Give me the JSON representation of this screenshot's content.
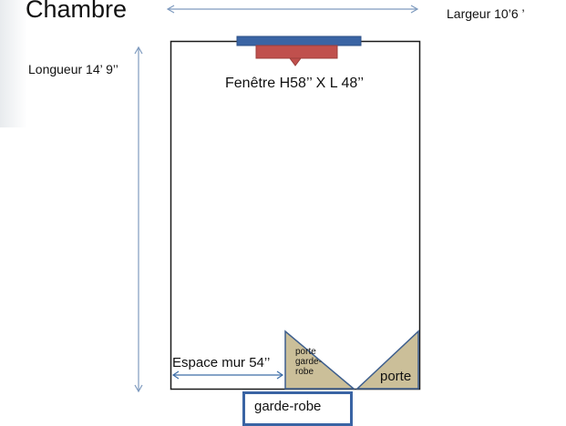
{
  "title": "Chambre",
  "dimensions": {
    "width_label": "Largeur 10’6 ’",
    "length_label": "Longueur 14’ 9’’"
  },
  "window": {
    "label": "Fenêtre H58’’ X L 48’’"
  },
  "wall_space": {
    "label": "Espace mur 54’’"
  },
  "closet_door": {
    "label": "porte garde-robe"
  },
  "door": {
    "label": "porte"
  },
  "closet": {
    "label": "garde-robe"
  },
  "colors": {
    "wall_line": "#1a1a1a",
    "window_frame": "#3a64a4",
    "window_glass": "#c0504d",
    "door_fill": "#cbbf99",
    "door_stroke": "#3e5f8e",
    "arrow": "#7f9bbf",
    "closet_border": "#3a64a4"
  }
}
